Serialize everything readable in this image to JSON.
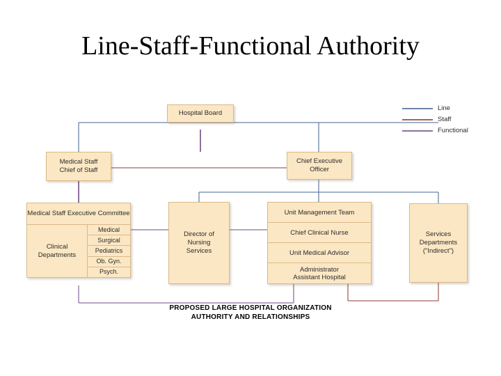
{
  "slide": {
    "title": "Line-Staff-Functional Authority",
    "caption_line1": "PROPOSED LARGE HOSPITAL ORGANIZATION",
    "caption_line2": "AUTHORITY AND RELATIONSHIPS"
  },
  "colors": {
    "line": "#6b84a8",
    "staff": "#a1635c",
    "functional": "#8d6f9e",
    "box_fill": "#fce7c4",
    "box_border": "#d9b98a",
    "text": "#2b2b2b"
  },
  "legend": {
    "items": [
      {
        "label": "Line",
        "color": "#6b84a8"
      },
      {
        "label": "Staff",
        "color": "#a1635c"
      },
      {
        "label": "Functional",
        "color": "#8d6f9e"
      }
    ]
  },
  "nodes": {
    "hospital_board": "Hospital Board",
    "medical_staff_chief": "Medical Staff\nChief of Staff",
    "medical_staff_line1": "Medical Staff",
    "medical_staff_line2": "Chief of Staff",
    "ceo_line1": "Chief Executive",
    "ceo_line2": "Officer",
    "mse_line1": "Medical Staff",
    "mse_line2": "Executive Committee",
    "clinical_departments_line1": "Clinical",
    "clinical_departments_line2": "Departments",
    "departments": [
      "Medical",
      "Surgical",
      "Pediatrics",
      "Ob. Gyn.",
      "Psych."
    ],
    "nursing_line1": "Director of",
    "nursing_line2": "Nursing",
    "nursing_line3": "Services",
    "unit_stack": [
      "Unit Management Team",
      "Chief Clinical Nurse",
      "Unit Medical Advisor"
    ],
    "administrator_line1": "Administrator",
    "administrator_line2": "Assistant Hospital",
    "services_line1": "Services",
    "services_line2": "Departments",
    "services_line3": "(\"Indirect\")"
  },
  "chart_data": {
    "type": "diagram",
    "title": "PROPOSED LARGE HOSPITAL ORGANIZATION AUTHORITY AND RELATIONSHIPS",
    "relationships": [
      {
        "from": "Hospital Board",
        "to": "Medical Staff / Chief of Staff",
        "kind": "Line"
      },
      {
        "from": "Hospital Board",
        "to": "Chief Executive Officer",
        "kind": "Line"
      },
      {
        "from": "Medical Staff / Chief of Staff",
        "to": "Chief Executive Officer",
        "kind": "Staff"
      },
      {
        "from": "Hospital Board",
        "to": "Medical Staff Executive Committee",
        "kind": "Functional"
      },
      {
        "from": "Medical Staff / Chief of Staff",
        "to": "Medical Staff Executive Committee",
        "kind": "Functional"
      },
      {
        "from": "Chief Executive Officer",
        "to": "Director of Nursing Services",
        "kind": "Line"
      },
      {
        "from": "Chief Executive Officer",
        "to": "Unit Management Team",
        "kind": "Line"
      },
      {
        "from": "Chief Executive Officer",
        "to": "Services Departments (\"Indirect\")",
        "kind": "Line"
      },
      {
        "from": "Medical (Clinical Department)",
        "to": "Director of Nursing Services",
        "kind": "Functional"
      },
      {
        "from": "Director of Nursing Services",
        "to": "Chief Clinical Nurse",
        "kind": "Functional"
      },
      {
        "from": "Medical Staff Executive Committee",
        "to": "Unit Management Team stack",
        "kind": "Functional"
      },
      {
        "from": "Administrator Assistant Hospital",
        "to": "Services Departments (\"Indirect\")",
        "kind": "Staff"
      }
    ]
  }
}
